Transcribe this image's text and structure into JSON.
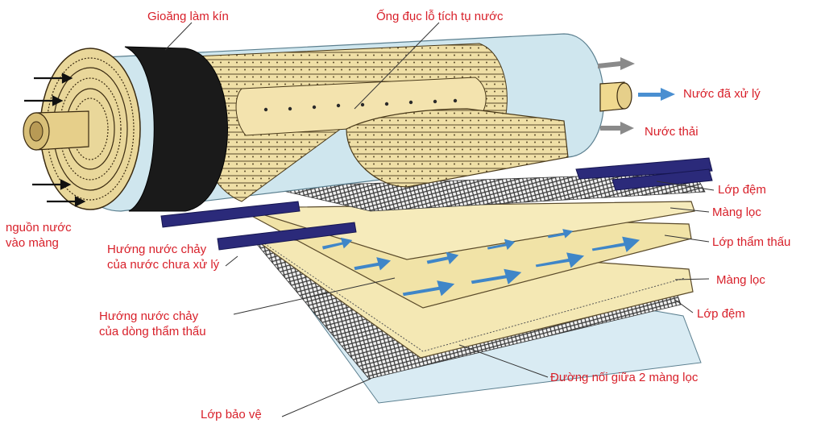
{
  "labels": {
    "gasket": "Gioăng làm kín",
    "perforated_tube": "Ống đục lỗ tích tụ nước",
    "treated_water": "Nước đã xử lý",
    "waste_water": "Nước thải",
    "feed_inlet_1": "nguồn nước",
    "feed_inlet_2": "vào màng",
    "feed_flow_1": "Hướng nước chảy",
    "feed_flow_2": "của nước chưa xử lý",
    "permeate_flow_1": "Hướng nước chảy",
    "permeate_flow_2": "của dòng thẩm thấu",
    "protective_layer": "Lớp bảo vệ",
    "spacer_top": "Lớp đệm",
    "membrane_top": "Màng lọc",
    "permeate_layer": "Lớp thẩm thấu",
    "membrane_bottom": "Màng lọc",
    "spacer_bottom": "Lớp đệm",
    "seam": "Đường nối giữa 2 màng lọc"
  },
  "colors": {
    "label_text": "#d8202a",
    "leader_line": "#333333",
    "permeate_arrow": "#3f86c8",
    "feed_bar": "#2b2a7a",
    "membrane_fill": "#f4e8b4",
    "protective_fill": "#d9ebf3",
    "wrap_fill": "#cfe6ee",
    "gasket_fill": "#1a1a1a",
    "outlet_arrow_blue": "#4a8fd1",
    "outlet_arrow_gray": "#8a8a8a"
  }
}
